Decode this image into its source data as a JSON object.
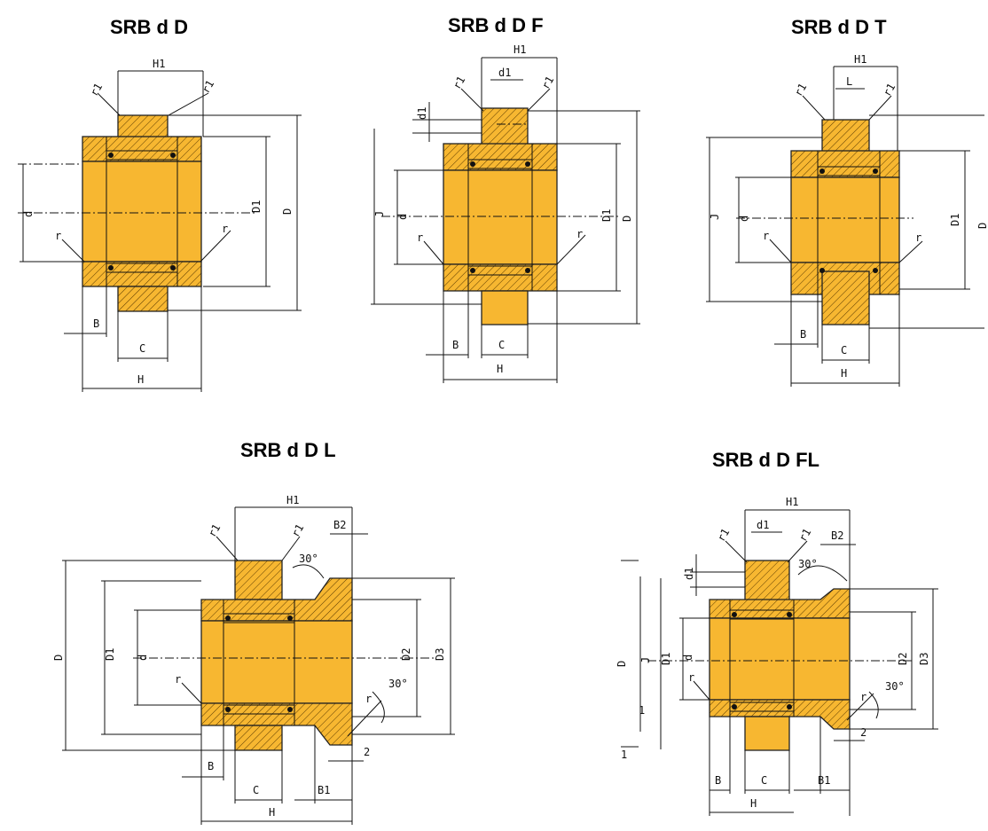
{
  "titles": {
    "srb_d_D": "SRB d D",
    "srb_d_D_F": "SRB d D F",
    "srb_d_D_T": "SRB d D T",
    "srb_d_D_L": "SRB d D L",
    "srb_d_D_FL": "SRB d D FL"
  },
  "labels": {
    "H1": "H1",
    "H": "H",
    "B": "B",
    "C": "C",
    "d": "d",
    "D": "D",
    "D1": "D1",
    "D2": "D2",
    "D3": "D3",
    "r": "r",
    "r1": "r1",
    "d1": "d1",
    "J": "J",
    "L": "L",
    "B1": "B1",
    "B2": "B2",
    "angle": "30°",
    "two": "2",
    "one": "1"
  },
  "colors": {
    "body": "#f7b731",
    "line": "#222222"
  }
}
